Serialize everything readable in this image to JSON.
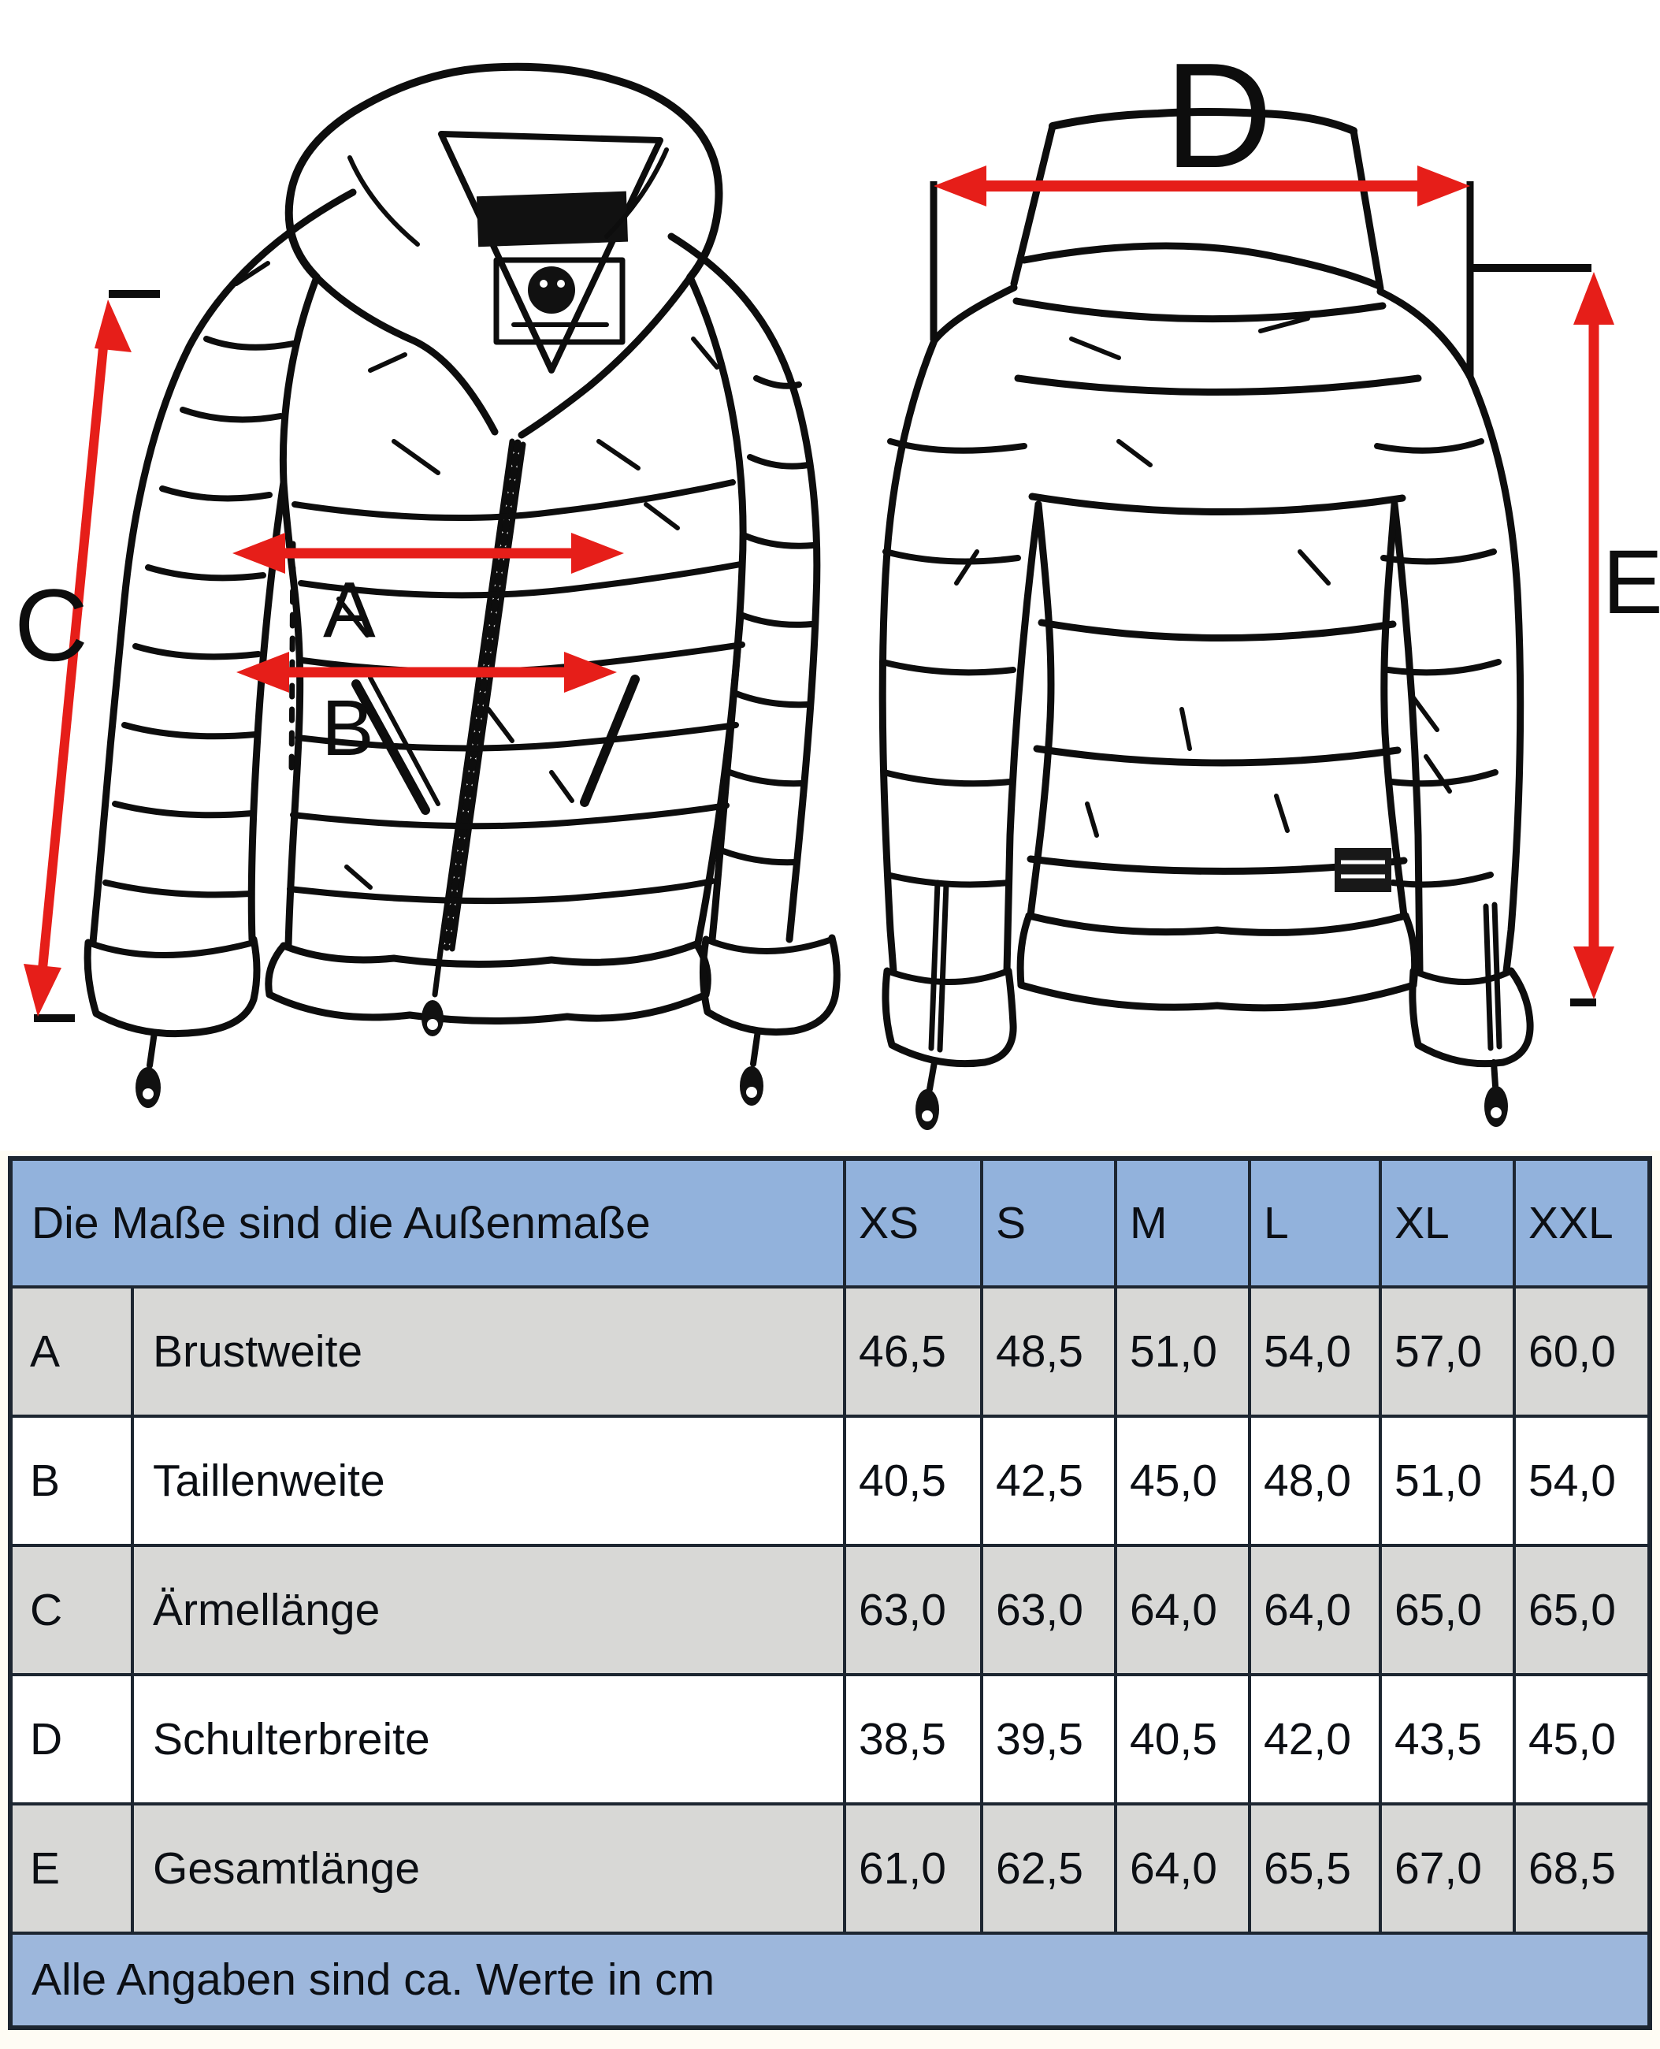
{
  "colors": {
    "arrow_red": "#e61e19",
    "ink_black": "#0d0d0d",
    "header_blue": "#92b2dc",
    "footer_blue": "#9db7dc",
    "row_gray": "#d8d8d6",
    "row_white": "#ffffff",
    "table_border": "#1d2631",
    "page_background": "#fefcf4"
  },
  "diagram": {
    "labels": {
      "a": "A",
      "b": "B",
      "c": "C",
      "d": "D",
      "e": "E"
    }
  },
  "table": {
    "header": {
      "label": "Die Maße sind die Außenmaße",
      "sizes": [
        "XS",
        "S",
        "M",
        "L",
        "XL",
        "XXL"
      ]
    },
    "rows": [
      {
        "key": "A",
        "name": "Brustweite",
        "values": [
          "46,5",
          "48,5",
          "51,0",
          "54,0",
          "57,0",
          "60,0"
        ]
      },
      {
        "key": "B",
        "name": "Taillenweite",
        "values": [
          "40,5",
          "42,5",
          "45,0",
          "48,0",
          "51,0",
          "54,0"
        ]
      },
      {
        "key": "C",
        "name": "Ärmellänge",
        "values": [
          "63,0",
          "63,0",
          "64,0",
          "64,0",
          "65,0",
          "65,0"
        ]
      },
      {
        "key": "D",
        "name": "Schulterbreite",
        "values": [
          "38,5",
          "39,5",
          "40,5",
          "42,0",
          "43,5",
          "45,0"
        ]
      },
      {
        "key": "E",
        "name": "Gesamtlänge",
        "values": [
          "61,0",
          "62,5",
          "64,0",
          "65,5",
          "67,0",
          "68,5"
        ]
      }
    ],
    "footer": "Alle Angaben sind ca. Werte in cm"
  }
}
